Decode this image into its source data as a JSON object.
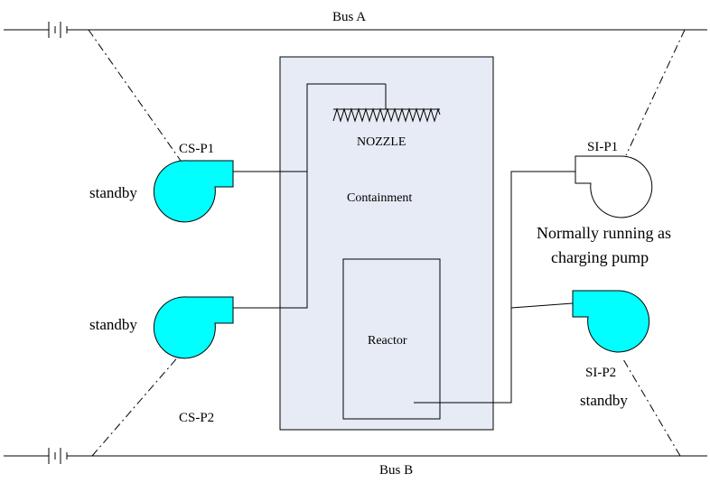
{
  "buses": {
    "top_label": "Bus A",
    "bottom_label": "Bus B"
  },
  "containment": {
    "label": "Containment",
    "nozzle_label": "NOZZLE",
    "reactor_label": "Reactor",
    "fill_color": "#e6ebf5"
  },
  "pumps": {
    "cs_p1": {
      "label": "CS-P1",
      "status": "standby"
    },
    "cs_p2": {
      "label": "CS-P2",
      "status": "standby"
    },
    "si_p1": {
      "label": "SI-P1",
      "status_line1": "Normally running as",
      "status_line2": "charging pump"
    },
    "si_p2": {
      "label": "SI-P2",
      "status": "standby"
    },
    "active_color": "#00ffff",
    "idle_color": "#ffffff"
  }
}
